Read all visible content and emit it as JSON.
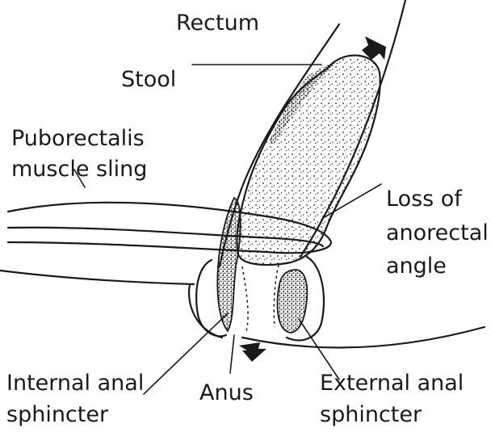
{
  "labels": {
    "rectum": "Rectum",
    "stool": "Stool",
    "puborectalis_line1": "Puborectalis",
    "puborectalis_line2": "muscle sling",
    "loss_line1": "Loss of",
    "loss_line2": "anorectal",
    "loss_line3": "angle",
    "internal_line1": "Internal anal",
    "internal_line2": "sphincter",
    "anus": "Anus",
    "external_line1": "External anal",
    "external_line2": "sphincter"
  },
  "colors": {
    "ink": "#1a1a1a",
    "background": "#ffffff"
  },
  "icons": {
    "arrow_top": "arrow-down-right-icon",
    "arrow_bottom": "arrow-down-icon"
  }
}
